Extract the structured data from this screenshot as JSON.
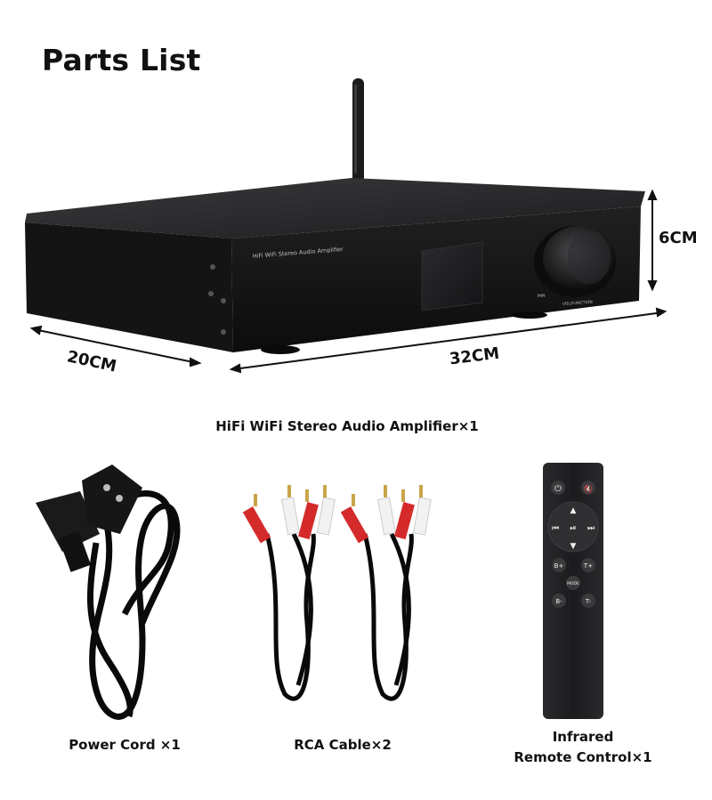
{
  "title": "Parts List",
  "product": {
    "caption": "HiFi WiFi Stereo Audio Amplifier×1",
    "front_label": "HiFi WiFi Stereo Audio Amplifier",
    "knob_label": "VOL/FUNCTION",
    "small_label": "MIN"
  },
  "dimensions": {
    "depth": "20CM",
    "width": "32CM",
    "height": "6CM"
  },
  "accessories": {
    "power_cord": "Power Cord ×1",
    "rca_cable": "RCA Cable×2",
    "remote_line1": "Infrared",
    "remote_line2": "Remote Control×1"
  },
  "remote_buttons": {
    "b_plus": "B+",
    "t_plus": "T+",
    "mode": "MODE",
    "b_minus": "B-",
    "t_minus": "T-"
  },
  "colors": {
    "amp_body": "#1a1a1c",
    "cable": "#0a0a0a",
    "rca_red": "#d42a2a",
    "rca_white": "#f2f2f2",
    "remote": "#222224"
  }
}
